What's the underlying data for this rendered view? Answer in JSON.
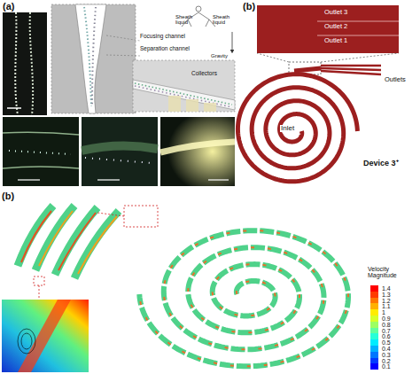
{
  "diagram": {
    "labels": [
      "(a)",
      "Sheath liquid",
      "Sheath liquid",
      "Gravity",
      "Focusing channel",
      "Separation channel",
      "Collectors",
      "(b)",
      "Outlet 3",
      "Outlet 2",
      "Outlet 1",
      "Outlets",
      "Inlet",
      "Device 3⁺",
      "(b)",
      "Velocity Magnitude"
    ],
    "legend": [
      {
        "text": "1.4",
        "color": "#ff0000"
      },
      {
        "text": "1.3",
        "color": "#ff3b00"
      },
      {
        "text": "1.2",
        "color": "#ff7600"
      },
      {
        "text": "1.1",
        "color": "#ffb100"
      },
      {
        "text": "1",
        "color": "#ffec00"
      },
      {
        "text": "0.9",
        "color": "#d8ff27"
      },
      {
        "text": "0.8",
        "color": "#9dff62"
      },
      {
        "text": "0.7",
        "color": "#62ff9d"
      },
      {
        "text": "0.6",
        "color": "#27ffd8"
      },
      {
        "text": "0.5",
        "color": "#00ecff"
      },
      {
        "text": "0.4",
        "color": "#00b1ff"
      },
      {
        "text": "0.3",
        "color": "#0076ff"
      },
      {
        "text": "0.2",
        "color": "#003bff"
      },
      {
        "text": "0.1",
        "color": "#0000ff"
      }
    ]
  }
}
